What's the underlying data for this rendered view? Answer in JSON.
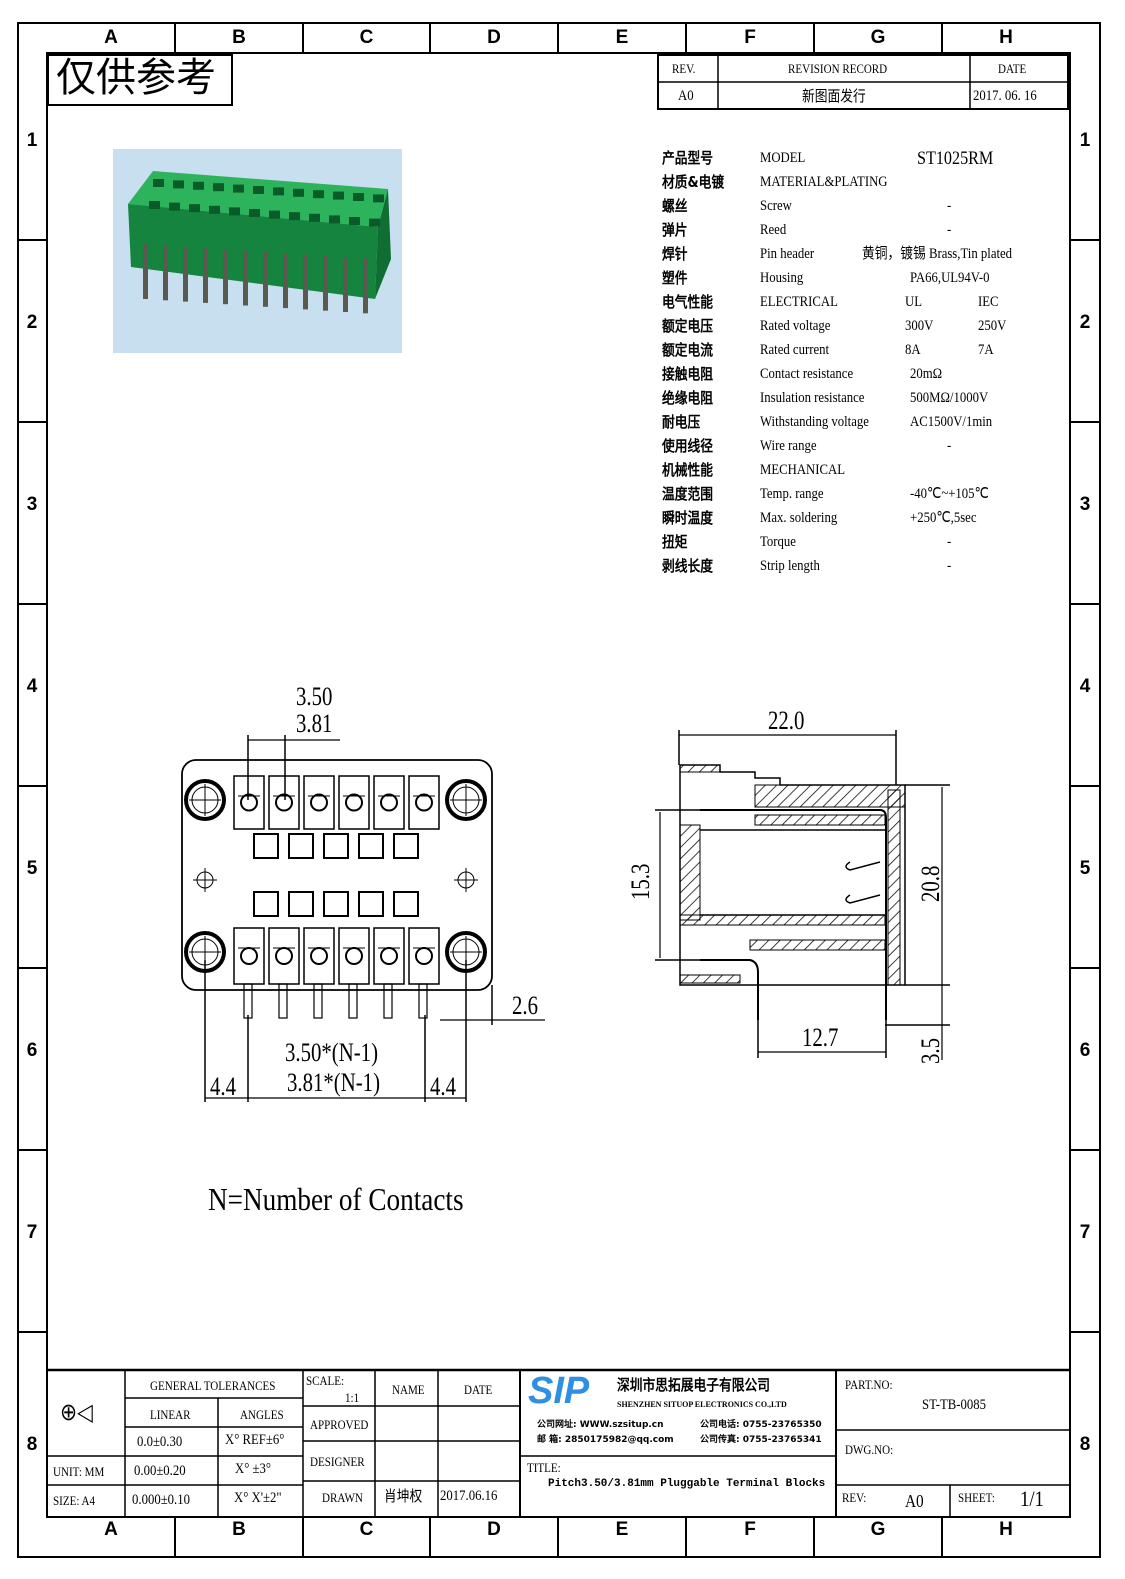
{
  "frame": {
    "columns": [
      "A",
      "B",
      "C",
      "D",
      "E",
      "F",
      "G",
      "H"
    ],
    "rows": [
      "1",
      "2",
      "3",
      "4",
      "5",
      "6",
      "7",
      "8"
    ]
  },
  "watermark": "仅供参考",
  "revision": {
    "headers": [
      "REV.",
      "REVISION RECORD",
      "DATE"
    ],
    "rows": [
      {
        "rev": "A0",
        "record": "新图面发行",
        "date": "2017. 06. 16"
      }
    ]
  },
  "specs": [
    {
      "cn": "产品型号",
      "en": "MODEL",
      "v1": "ST1025RM",
      "v2": ""
    },
    {
      "cn": "材质&电镀",
      "en": "MATERIAL&PLATING",
      "v1": "",
      "v2": ""
    },
    {
      "cn": "螺丝",
      "en": "Screw",
      "v1": "-",
      "v2": ""
    },
    {
      "cn": "弹片",
      "en": "Reed",
      "v1": "-",
      "v2": ""
    },
    {
      "cn": "焊针",
      "en": "Pin header",
      "v1": "黄铜，镀锡 Brass,Tin plated",
      "v2": ""
    },
    {
      "cn": "塑件",
      "en": "Housing",
      "v1": "PA66,UL94V-0",
      "v2": ""
    },
    {
      "cn": "电气性能",
      "en": "ELECTRICAL",
      "v1": "UL",
      "v2": "IEC"
    },
    {
      "cn": "额定电压",
      "en": "Rated voltage",
      "v1": "300V",
      "v2": "250V"
    },
    {
      "cn": "额定电流",
      "en": "Rated current",
      "v1": "8A",
      "v2": "7A"
    },
    {
      "cn": "接触电阻",
      "en": "Contact resistance",
      "v1": "20mΩ",
      "v2": ""
    },
    {
      "cn": "绝缘电阻",
      "en": "Insulation resistance",
      "v1": "500MΩ/1000V",
      "v2": ""
    },
    {
      "cn": "耐电压",
      "en": "Withstanding voltage",
      "v1": "AC1500V/1min",
      "v2": ""
    },
    {
      "cn": "使用线径",
      "en": "Wire range",
      "v1": "-",
      "v2": ""
    },
    {
      "cn": "机械性能",
      "en": "MECHANICAL",
      "v1": "",
      "v2": ""
    },
    {
      "cn": "温度范围",
      "en": "Temp. range",
      "v1": "-40℃~+105℃",
      "v2": ""
    },
    {
      "cn": "瞬时温度",
      "en": "Max. soldering",
      "v1": "+250℃,5sec",
      "v2": ""
    },
    {
      "cn": "扭矩",
      "en": "Torque",
      "v1": "-",
      "v2": ""
    },
    {
      "cn": "剥线长度",
      "en": "Strip length",
      "v1": "-",
      "v2": ""
    }
  ],
  "dims": {
    "pitch1": "3.50",
    "pitch2": "3.81",
    "span1": "3.50*(N-1)",
    "span2": "3.81*(N-1)",
    "edge_left": "4.4",
    "edge_right": "4.4",
    "offset": "2.6",
    "width": "22.0",
    "pin_span": "15.3",
    "height": "20.8",
    "pin_dist": "12.7",
    "pin_len": "3.5"
  },
  "note": "N=Number of Contacts",
  "title_block": {
    "general_tolerances": "GENERAL TOLERANCES",
    "linear": "LINEAR",
    "angles": "ANGLES",
    "tol": [
      [
        "0.0±0.30",
        "X° REF±6°"
      ],
      [
        "0.00±0.20",
        "X° ±3°"
      ],
      [
        "0.000±0.10",
        "X° X'±2\""
      ]
    ],
    "unit": "UNIT: MM",
    "size": "SIZE: A4",
    "scale_label": "SCALE:",
    "scale": "1:1",
    "name": "NAME",
    "date": "DATE",
    "approved": "APPROVED",
    "designer": "DESIGNER",
    "drawn": "DRAWN",
    "drawn_name": "肖坤权",
    "drawn_date": "2017.06.16",
    "logo": "SIP",
    "company_cn": "深圳市思拓展电子有限公司",
    "company_en": "SHENZHEN SITUOP ELECTRONICS CO.,LTD",
    "website": "公司网址: WWW.szsitup.cn",
    "email": "邮 箱: 2850175982@qq.com",
    "phone": "公司电话: 0755-23765350",
    "fax": "公司传真: 0755-23765341",
    "title_label": "TITLE:",
    "title": "Pitch3.50/3.81mm Pluggable Terminal Blocks",
    "part_label": "PART.NO:",
    "part_no": "ST-TB-0085",
    "dwg_label": "DWG.NO:",
    "rev_label": "REV:",
    "rev": "A0",
    "sheet_label": "SHEET:",
    "sheet": "1/1"
  },
  "colors": {
    "logo": "#2f8fe0",
    "housing": "#1a9a4a",
    "photo_bg": "#c8dff0"
  }
}
